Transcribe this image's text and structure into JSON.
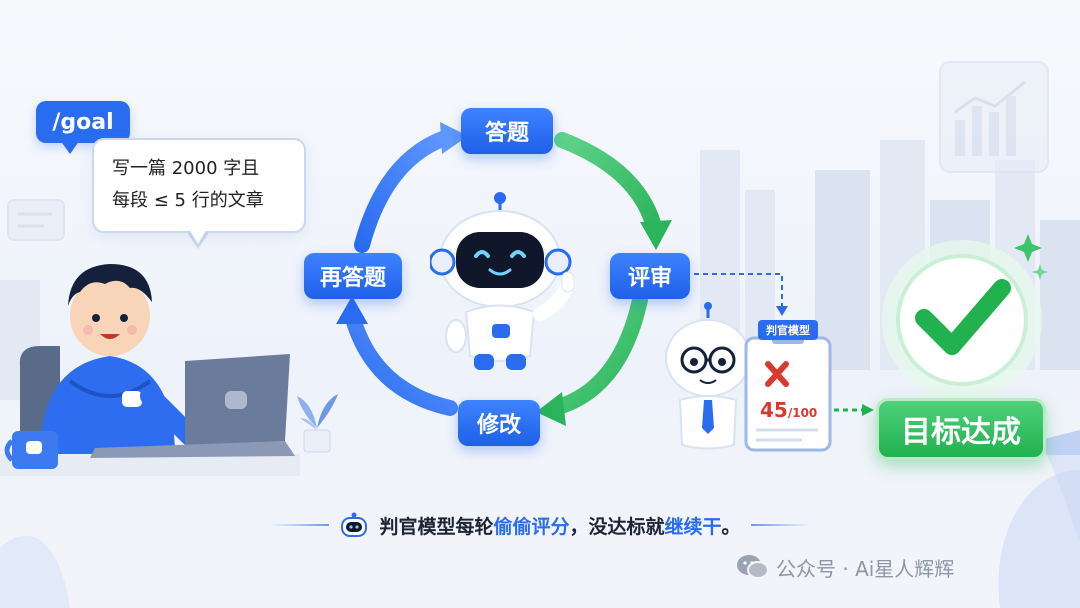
{
  "command_bubble": {
    "text": "/goal"
  },
  "task_bubble": {
    "line1": "写一篇 2000 字且",
    "line2": "每段 ≤ 5 行的文章"
  },
  "cycle_steps": {
    "answer": "答题",
    "review": "评审",
    "revise": "修改",
    "reanswer": "再答题"
  },
  "judge": {
    "label": "判官模型",
    "score": "45",
    "score_total": "/100"
  },
  "result": {
    "label": "目标达成"
  },
  "caption": {
    "part1": "判官模型每轮",
    "part2": "偷偷评分",
    "part3": "，没达标就",
    "part4": "继续干",
    "part5": "。"
  },
  "watermark": {
    "text": "公众号 · Ai星人辉辉"
  },
  "colors": {
    "primary_blue": "#2a6cf0",
    "success_green": "#22b14f",
    "error_red": "#d93a30"
  }
}
